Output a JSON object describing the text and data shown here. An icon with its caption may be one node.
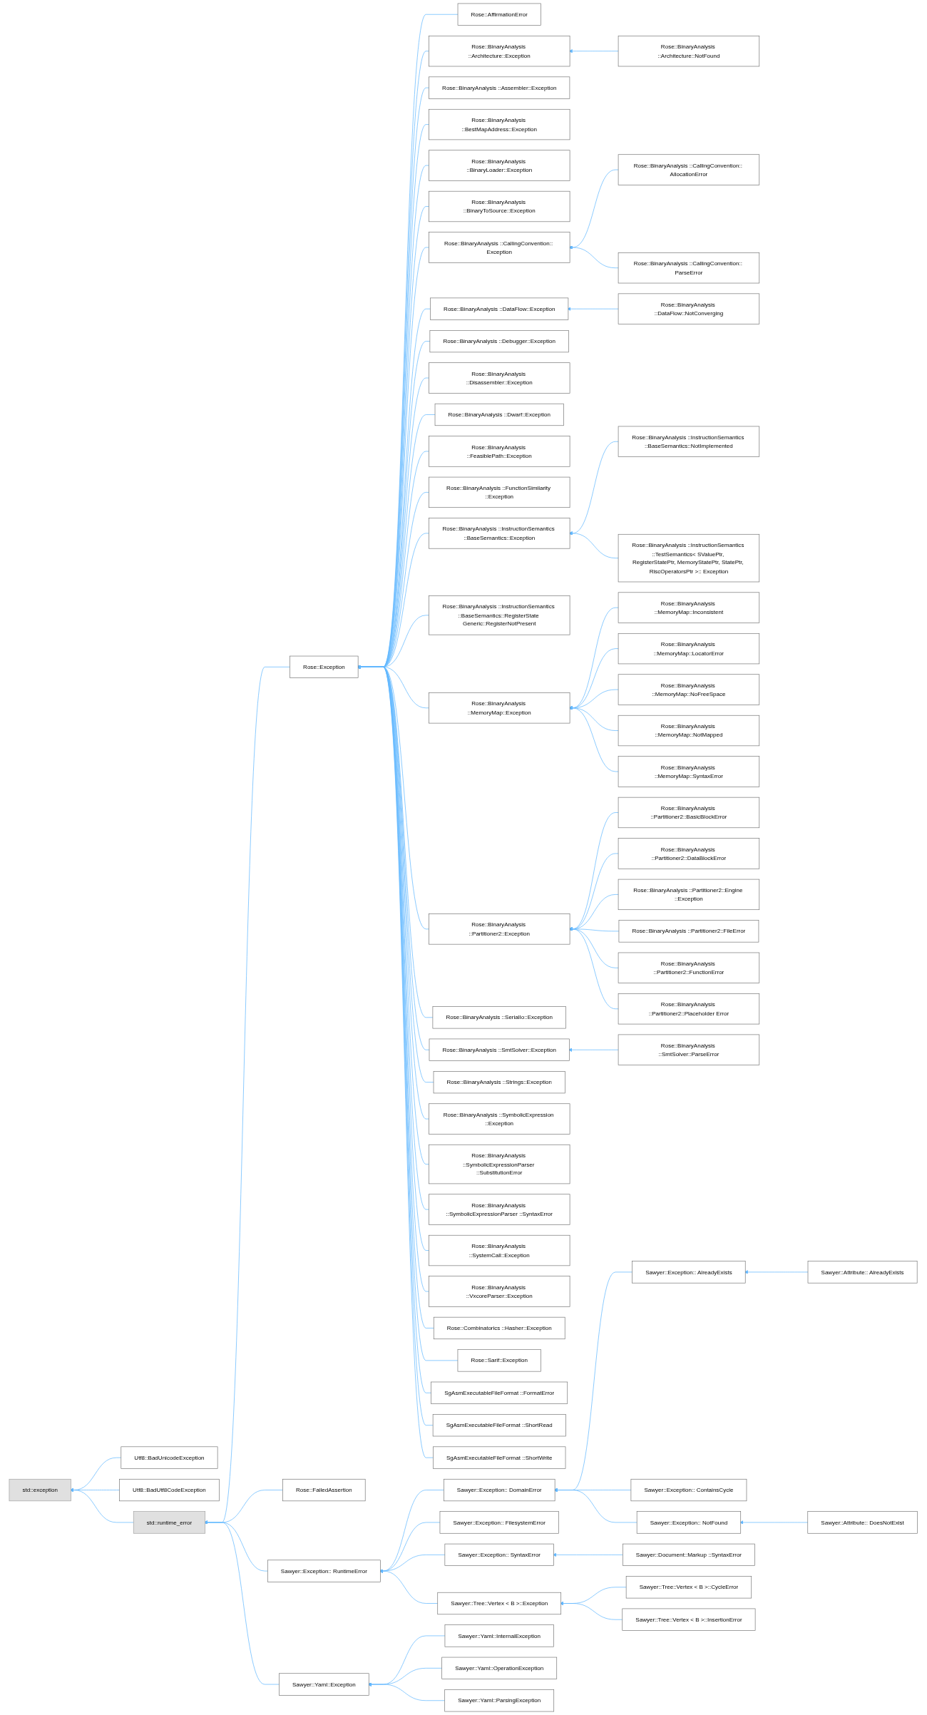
{
  "diagram": {
    "nodes": [
      {
        "text": [
          "std::exception"
        ]
      },
      {
        "text": [
          "Utf8::BadUnicodeException"
        ]
      },
      {
        "text": [
          "Utf8::BadUtf8CodeException"
        ]
      },
      {
        "text": [
          "std::runtime_error"
        ]
      },
      {
        "text": [
          "Rose::Exception"
        ]
      },
      {
        "text": [
          "Rose::FailedAssertion"
        ]
      },
      {
        "text": [
          "Sawyer::Exception:: RuntimeError"
        ]
      },
      {
        "text": [
          "Sawyer::Yaml::Exception"
        ]
      },
      {
        "text": [
          "Rose::AffirmationError"
        ]
      },
      {
        "text": [
          "Rose::BinaryAnalysis ::Architecture::Exception"
        ]
      },
      {
        "text": [
          "Rose::BinaryAnalysis ::Assembler::Exception"
        ]
      },
      {
        "text": [
          "Rose::BinaryAnalysis ::BestMapAddress::Exception"
        ]
      },
      {
        "text": [
          "Rose::BinaryAnalysis ::BinaryLoader::Exception"
        ]
      },
      {
        "text": [
          "Rose::BinaryAnalysis ::BinaryToSource::Exception"
        ]
      },
      {
        "text": [
          "Rose::BinaryAnalysis ::CallingConvention:: Exception"
        ]
      },
      {
        "text": [
          "Rose::BinaryAnalysis ::DataFlow::Exception"
        ]
      },
      {
        "text": [
          "Rose::BinaryAnalysis ::Debugger::Exception"
        ]
      },
      {
        "text": [
          "Rose::BinaryAnalysis ::Disassembler::Exception"
        ]
      },
      {
        "text": [
          "Rose::BinaryAnalysis ::Dwarf::Exception"
        ]
      },
      {
        "text": [
          "Rose::BinaryAnalysis ::FeasiblePath::Exception"
        ]
      },
      {
        "text": [
          "Rose::BinaryAnalysis ::FunctionSimilarity ::Exception"
        ]
      },
      {
        "text": [
          "Rose::BinaryAnalysis ::InstructionSemantics ::BaseSemantics::Exception"
        ]
      },
      {
        "text": [
          "Rose::BinaryAnalysis ::InstructionSemantics ::BaseSemantics::RegisterState Generic::RegisterNotPresent"
        ]
      },
      {
        "text": [
          "Rose::BinaryAnalysis ::MemoryMap::Exception"
        ]
      },
      {
        "text": [
          "Rose::BinaryAnalysis ::Partitioner2::Exception"
        ]
      },
      {
        "text": [
          "Rose::BinaryAnalysis ::SerialIo::Exception"
        ]
      },
      {
        "text": [
          "Rose::BinaryAnalysis ::SmtSolver::Exception"
        ]
      },
      {
        "text": [
          "Rose::BinaryAnalysis ::Strings::Exception"
        ]
      },
      {
        "text": [
          "Rose::BinaryAnalysis ::SymbolicExpression ::Exception"
        ]
      },
      {
        "text": [
          "Rose::BinaryAnalysis ::SymbolicExpressionParser ::SubstitutionError"
        ]
      },
      {
        "text": [
          "Rose::BinaryAnalysis ::SymbolicExpressionParser ::SyntaxError"
        ]
      },
      {
        "text": [
          "Rose::BinaryAnalysis ::SystemCall::Exception"
        ]
      },
      {
        "text": [
          "Rose::BinaryAnalysis ::VxcoreParser::Exception"
        ]
      },
      {
        "text": [
          "Rose::Combinatorics ::Hasher::Exception"
        ]
      },
      {
        "text": [
          "Rose::Sarif::Exception"
        ]
      },
      {
        "text": [
          "SgAsmExecutableFileFormat ::FormatError"
        ]
      },
      {
        "text": [
          "SgAsmExecutableFileFormat ::ShortRead"
        ]
      },
      {
        "text": [
          "SgAsmExecutableFileFormat ::ShortWrite"
        ]
      },
      {
        "text": [
          "Rose::BinaryAnalysis ::Architecture::NotFound"
        ]
      },
      {
        "text": [
          "Rose::BinaryAnalysis ::CallingConvention:: AllocationError"
        ]
      },
      {
        "text": [
          "Rose::BinaryAnalysis ::CallingConvention:: ParseError"
        ]
      },
      {
        "text": [
          "Rose::BinaryAnalysis ::DataFlow::NotConverging"
        ]
      },
      {
        "text": [
          "Rose::BinaryAnalysis ::InstructionSemantics ::BaseSemantics::NotImplemented"
        ]
      },
      {
        "text": [
          "Rose::BinaryAnalysis ::InstructionSemantics ::TestSemantics< SValuePtr, RegisterStatePtr, MemoryStatePtr, StatePtr, RiscOperatorsPtr >:: Exception"
        ]
      },
      {
        "text": [
          "Rose::BinaryAnalysis ::MemoryMap::Inconsistent"
        ]
      },
      {
        "text": [
          "Rose::BinaryAnalysis ::MemoryMap::LocatorError"
        ]
      },
      {
        "text": [
          "Rose::BinaryAnalysis ::MemoryMap::NoFreeSpace"
        ]
      },
      {
        "text": [
          "Rose::BinaryAnalysis ::MemoryMap::NotMapped"
        ]
      },
      {
        "text": [
          "Rose::BinaryAnalysis ::MemoryMap::SyntaxError"
        ]
      },
      {
        "text": [
          "Rose::BinaryAnalysis ::Partitioner2::BasicBlockError"
        ]
      },
      {
        "text": [
          "Rose::BinaryAnalysis ::Partitioner2::DataBlockError"
        ]
      },
      {
        "text": [
          "Rose::BinaryAnalysis ::Partitioner2::Engine ::Exception"
        ]
      },
      {
        "text": [
          "Rose::BinaryAnalysis ::Partitioner2::FileError"
        ]
      },
      {
        "text": [
          "Rose::BinaryAnalysis ::Partitioner2::FunctionError"
        ]
      },
      {
        "text": [
          "Rose::BinaryAnalysis ::Partitioner2::Placeholder Error"
        ]
      },
      {
        "text": [
          "Rose::BinaryAnalysis ::SmtSolver::ParseError"
        ]
      },
      {
        "text": [
          "Sawyer::Exception:: DomainError"
        ]
      },
      {
        "text": [
          "Sawyer::Exception:: FilesystemError"
        ]
      },
      {
        "text": [
          "Sawyer::Exception:: SyntaxError"
        ]
      },
      {
        "text": [
          "Sawyer::Tree::Vertex < B >::Exception"
        ]
      },
      {
        "text": [
          "Sawyer::Yaml::InternalException"
        ]
      },
      {
        "text": [
          "Sawyer::Yaml::OperationException"
        ]
      },
      {
        "text": [
          "Sawyer::Yaml::ParsingException"
        ]
      },
      {
        "text": [
          "Sawyer::Exception:: AlreadyExists"
        ]
      },
      {
        "text": [
          "Sawyer::Exception:: ContainsCycle"
        ]
      },
      {
        "text": [
          "Sawyer::Exception:: NotFound"
        ]
      },
      {
        "text": [
          "Sawyer::Document::Markup ::SyntaxError"
        ]
      },
      {
        "text": [
          "Sawyer::Tree::Vertex < B >::CycleError"
        ]
      },
      {
        "text": [
          "Sawyer::Tree::Vertex < B >::InsertionError"
        ]
      },
      {
        "text": [
          "Sawyer::Attribute:: AlreadyExists"
        ]
      },
      {
        "text": [
          "Sawyer::Attribute:: DoesNotExist"
        ]
      }
    ],
    "edges": [
      {
        "from": 1,
        "to": 0,
        "arrow": "to"
      },
      {
        "from": 2,
        "to": 0,
        "arrow": "to"
      },
      {
        "from": 3,
        "to": 0,
        "arrow": "to"
      },
      {
        "from": 4,
        "to": 3,
        "arrow": "to"
      },
      {
        "from": 5,
        "to": 3,
        "arrow": "to"
      },
      {
        "from": 6,
        "to": 3,
        "arrow": "to"
      },
      {
        "from": 7,
        "to": 3,
        "arrow": "to"
      },
      {
        "from": 8,
        "to": 4,
        "arrow": "to"
      },
      {
        "from": 9,
        "to": 4,
        "arrow": "to"
      },
      {
        "from": 10,
        "to": 4,
        "arrow": "to"
      },
      {
        "from": 11,
        "to": 4,
        "arrow": "to"
      },
      {
        "from": 12,
        "to": 4,
        "arrow": "to"
      },
      {
        "from": 13,
        "to": 4,
        "arrow": "to"
      },
      {
        "from": 14,
        "to": 4,
        "arrow": "to"
      },
      {
        "from": 15,
        "to": 4,
        "arrow": "to"
      },
      {
        "from": 16,
        "to": 4,
        "arrow": "to"
      },
      {
        "from": 17,
        "to": 4,
        "arrow": "to"
      },
      {
        "from": 18,
        "to": 4,
        "arrow": "to"
      },
      {
        "from": 19,
        "to": 4,
        "arrow": "to"
      },
      {
        "from": 20,
        "to": 4,
        "arrow": "to"
      },
      {
        "from": 21,
        "to": 4,
        "arrow": "to"
      },
      {
        "from": 22,
        "to": 4,
        "arrow": "to"
      },
      {
        "from": 23,
        "to": 4,
        "arrow": "to"
      },
      {
        "from": 24,
        "to": 4,
        "arrow": "to"
      },
      {
        "from": 25,
        "to": 4,
        "arrow": "to"
      },
      {
        "from": 26,
        "to": 4,
        "arrow": "to"
      },
      {
        "from": 27,
        "to": 4,
        "arrow": "to"
      },
      {
        "from": 28,
        "to": 4,
        "arrow": "to"
      },
      {
        "from": 29,
        "to": 4,
        "arrow": "to"
      },
      {
        "from": 30,
        "to": 4,
        "arrow": "to"
      },
      {
        "from": 31,
        "to": 4,
        "arrow": "to"
      },
      {
        "from": 32,
        "to": 4,
        "arrow": "to"
      },
      {
        "from": 33,
        "to": 4,
        "arrow": "to"
      },
      {
        "from": 34,
        "to": 4,
        "arrow": "to"
      },
      {
        "from": 35,
        "to": 4,
        "arrow": "to"
      },
      {
        "from": 36,
        "to": 4,
        "arrow": "to"
      },
      {
        "from": 37,
        "to": 4,
        "arrow": "to"
      },
      {
        "from": 38,
        "to": 9,
        "arrow": "to"
      },
      {
        "from": 39,
        "to": 14,
        "arrow": "to"
      },
      {
        "from": 40,
        "to": 14,
        "arrow": "to"
      },
      {
        "from": 41,
        "to": 15,
        "arrow": "to"
      },
      {
        "from": 42,
        "to": 21,
        "arrow": "to"
      },
      {
        "from": 43,
        "to": 21,
        "arrow": "to"
      },
      {
        "from": 44,
        "to": 23,
        "arrow": "to"
      },
      {
        "from": 45,
        "to": 23,
        "arrow": "to"
      },
      {
        "from": 46,
        "to": 23,
        "arrow": "to"
      },
      {
        "from": 47,
        "to": 23,
        "arrow": "to"
      },
      {
        "from": 48,
        "to": 23,
        "arrow": "to"
      },
      {
        "from": 49,
        "to": 24,
        "arrow": "to"
      },
      {
        "from": 50,
        "to": 24,
        "arrow": "to"
      },
      {
        "from": 51,
        "to": 24,
        "arrow": "to"
      },
      {
        "from": 52,
        "to": 24,
        "arrow": "to"
      },
      {
        "from": 53,
        "to": 24,
        "arrow": "to"
      },
      {
        "from": 54,
        "to": 24,
        "arrow": "to"
      },
      {
        "from": 55,
        "to": 26,
        "arrow": "to"
      },
      {
        "from": 56,
        "to": 6,
        "arrow": "to"
      },
      {
        "from": 57,
        "to": 6,
        "arrow": "to"
      },
      {
        "from": 58,
        "to": 6,
        "arrow": "to"
      },
      {
        "from": 59,
        "to": 6,
        "arrow": "to"
      },
      {
        "from": 60,
        "to": 7,
        "arrow": "to"
      },
      {
        "from": 61,
        "to": 7,
        "arrow": "to"
      },
      {
        "from": 62,
        "to": 7,
        "arrow": "to"
      },
      {
        "from": 63,
        "to": 56,
        "arrow": "to"
      },
      {
        "from": 64,
        "to": 56,
        "arrow": "to"
      },
      {
        "from": 65,
        "to": 56,
        "arrow": "to"
      },
      {
        "from": 66,
        "to": 58,
        "arrow": "to"
      },
      {
        "from": 67,
        "to": 59,
        "arrow": "to"
      },
      {
        "from": 68,
        "to": 59,
        "arrow": "to"
      },
      {
        "from": 69,
        "to": 63,
        "arrow": "to"
      },
      {
        "from": 70,
        "to": 65,
        "arrow": "to"
      }
    ]
  }
}
